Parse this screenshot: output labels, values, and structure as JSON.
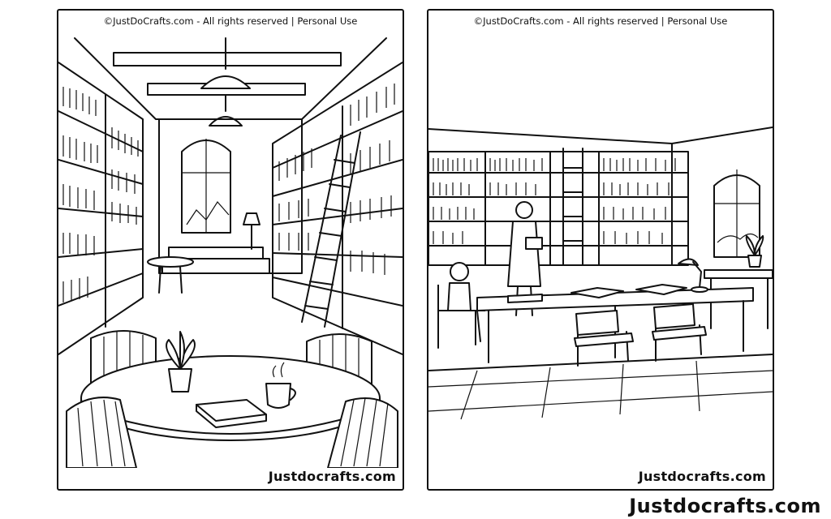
{
  "pages": [
    {
      "copyright": "©JustDoCrafts.com - All rights reserved | Personal Use",
      "brand": "Justdocrafts.com",
      "scene": "library-reading-corner"
    },
    {
      "copyright": "©JustDoCrafts.com - All rights reserved | Personal Use",
      "brand": "Justdocrafts.com",
      "scene": "library-reading-hall"
    }
  ],
  "footer": {
    "brand": "Justdocrafts.com"
  },
  "colors": {
    "ink": "#111111",
    "paper": "#ffffff"
  }
}
